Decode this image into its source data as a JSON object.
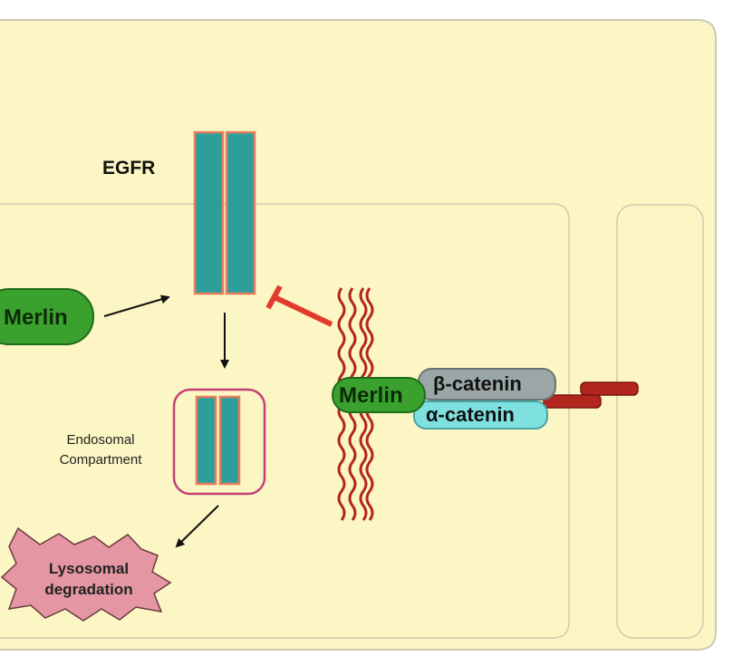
{
  "labels": {
    "egfr": "EGFR",
    "merlin_free": "Merlin",
    "merlin_bound": "Merlin",
    "beta_catenin": "β-catenin",
    "alpha_catenin": "α-catenin",
    "endosomal_line1": "Endosomal",
    "endosomal_line2": "Compartment",
    "lysosomal_line1": "Lysosomal",
    "lysosomal_line2": "degradation"
  },
  "colors": {
    "background_cell": "#fbf6c3",
    "receptor_fill": "#2e9e9a",
    "receptor_border": "#e87c5e",
    "merlin_fill": "#3aa12f",
    "beta_catenin_fill": "#9aa7a6",
    "alpha_catenin_fill": "#7fe0e0",
    "inhibition": "#e23b2d",
    "actin": "#b3261e",
    "endosome_border": "#c2407a",
    "lysosome_fill": "#e497a2",
    "cadherin": "#b3261e"
  }
}
